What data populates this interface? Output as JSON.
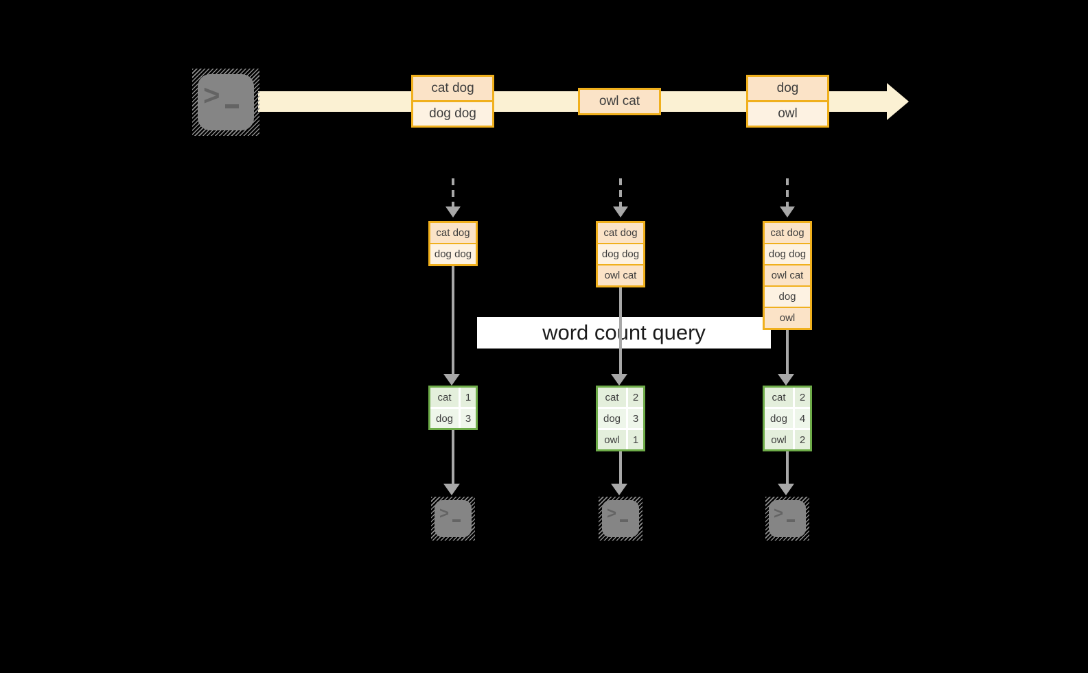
{
  "colors": {
    "background": "#000000",
    "stream_band": "#FBF1D3",
    "event_border": "#F0B01D",
    "event_fill_dark": "#FBE3C7",
    "event_fill_light": "#FDF2E2",
    "arrow_gray": "#A8A8A8",
    "table_border": "#6EAC49",
    "table_fill_dark": "#E4EFDC",
    "table_fill_light": "#EEF6EA",
    "icon_gray": "#858585",
    "query_band": "#FFFFFF",
    "text": "#3D3D3D"
  },
  "stream": {
    "source_icon": "terminal-icon",
    "events": [
      {
        "rows": [
          "cat dog",
          "dog dog"
        ]
      },
      {
        "rows": [
          "owl cat"
        ]
      },
      {
        "rows": [
          "dog",
          "owl"
        ]
      }
    ]
  },
  "query": {
    "label": "word count query"
  },
  "columns": [
    {
      "buffer": [
        "cat dog",
        "dog dog"
      ],
      "counts": [
        {
          "word": "cat",
          "value": "1"
        },
        {
          "word": "dog",
          "value": "3"
        }
      ],
      "sink_icon": "terminal-icon"
    },
    {
      "buffer": [
        "cat dog",
        "dog dog",
        "owl cat"
      ],
      "counts": [
        {
          "word": "cat",
          "value": "2"
        },
        {
          "word": "dog",
          "value": "3"
        },
        {
          "word": "owl",
          "value": "1"
        }
      ],
      "sink_icon": "terminal-icon"
    },
    {
      "buffer": [
        "cat dog",
        "dog dog",
        "owl cat",
        "dog",
        "owl"
      ],
      "counts": [
        {
          "word": "cat",
          "value": "2"
        },
        {
          "word": "dog",
          "value": "4"
        },
        {
          "word": "owl",
          "value": "2"
        }
      ],
      "sink_icon": "terminal-icon"
    }
  ]
}
